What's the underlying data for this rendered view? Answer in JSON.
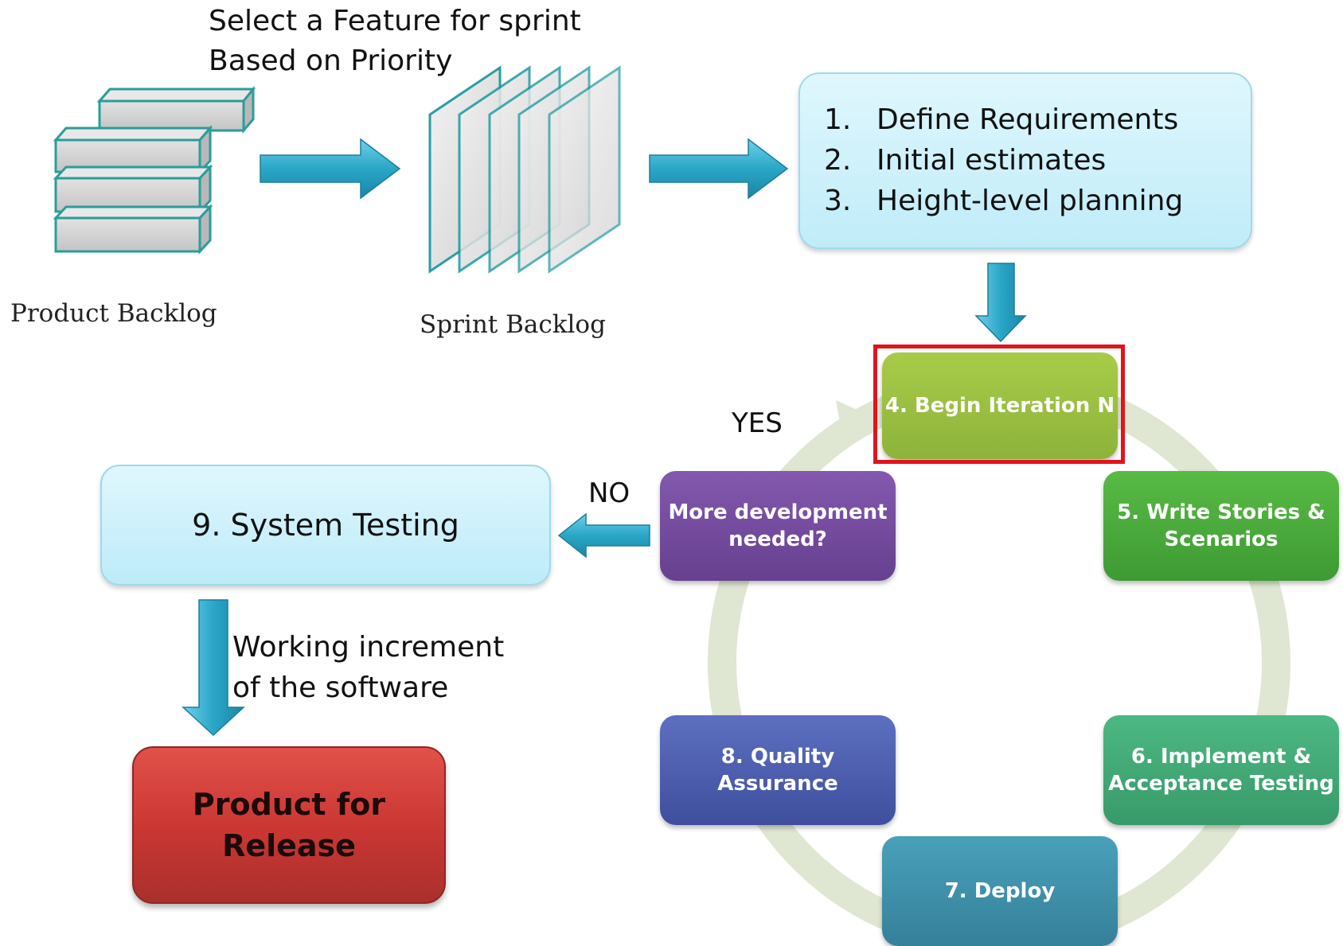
{
  "caption": {
    "line1": "Select a Feature for sprint",
    "line2": "Based on Priority"
  },
  "product_backlog_label": "Product Backlog",
  "sprint_backlog_label": "Sprint Backlog",
  "planning_steps": [
    {
      "num": "1.",
      "text": "Define Requirements"
    },
    {
      "num": "2.",
      "text": "Initial estimates"
    },
    {
      "num": "3.",
      "text": "Height-level planning"
    }
  ],
  "cycle": {
    "begin": "4. Begin Iteration N",
    "write_stories": "5. Write Stories & Scenarios",
    "implement": "6. Implement & Acceptance Testing",
    "deploy": "7. Deploy",
    "qa": "8. Quality Assurance",
    "decision": "More development needed?"
  },
  "yes_label": "YES",
  "no_label": "NO",
  "system_testing": "9. System Testing",
  "increment": {
    "line1": "Working increment",
    "line2": "of the software"
  },
  "release": {
    "line1": "Product for",
    "line2": "Release"
  },
  "colors": {
    "arrow": "#2aa6c7",
    "highlight": "#e0141c",
    "ring": "#dfe6d2"
  }
}
